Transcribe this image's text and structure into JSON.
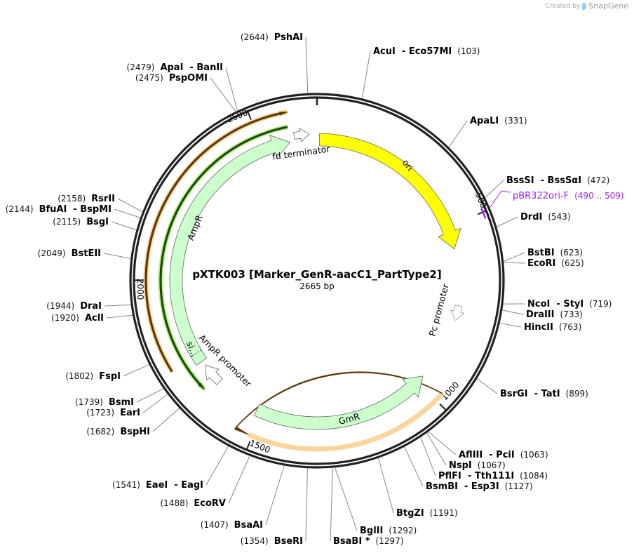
{
  "watermark": {
    "prefix": "Created by",
    "brand": "SnapGene"
  },
  "plasmid": {
    "name": "pXTK003 [Marker_GenR-aacC1_PartType2]",
    "length_label": "2665 bp",
    "length_bp": 2665
  },
  "ticks": [
    "500",
    "1000",
    "1500",
    "2000",
    "2500"
  ],
  "features": [
    {
      "name": "ori",
      "color": "#ffff00",
      "direction": "forward"
    },
    {
      "name": "fd terminator",
      "color": "#ffffff",
      "direction": "forward"
    },
    {
      "name": "AmpR",
      "color": "#ccffcc",
      "direction": "forward"
    },
    {
      "name": "si…",
      "color": "#ccffcc",
      "direction": "forward"
    },
    {
      "name": "AmpR promoter",
      "color": "#ffffff",
      "direction": "forward"
    },
    {
      "name": "Pc promoter",
      "color": "#ffffff",
      "direction": "forward"
    },
    {
      "name": "GmR",
      "color": "#ccffcc",
      "direction": "reverse"
    }
  ],
  "primer": {
    "name": "pBR322ori-F",
    "range": "(490 .. 509)",
    "color": "#a020f0"
  },
  "colors": {
    "backbone": "#222222",
    "orange_arc": "#f5b041",
    "green_arc": "#90ee60"
  },
  "enzymes": [
    {
      "name": "PshAI",
      "pos": "(2644)"
    },
    {
      "name": "AcuI  - Eco57MI",
      "pos": "(103)"
    },
    {
      "name": "ApaLI",
      "pos": "(331)"
    },
    {
      "name": "BssSI  - BssSαI",
      "pos": "(472)"
    },
    {
      "name": "DrdI",
      "pos": "(543)"
    },
    {
      "name": "BstBI",
      "pos": "(623)"
    },
    {
      "name": "EcoRI",
      "pos": "(625)"
    },
    {
      "name": "NcoI  - StyI",
      "pos": "(719)"
    },
    {
      "name": "DraIII",
      "pos": "(733)"
    },
    {
      "name": "HincII",
      "pos": "(763)"
    },
    {
      "name": "BsrGI  - TatI",
      "pos": "(899)"
    },
    {
      "name": "AflIII  - PciI",
      "pos": "(1063)"
    },
    {
      "name": "NspI",
      "pos": "(1067)"
    },
    {
      "name": "PflFI  - Tth111I",
      "pos": "(1084)"
    },
    {
      "name": "BsmBI  - Esp3I",
      "pos": "(1127)"
    },
    {
      "name": "BtgZI",
      "pos": "(1191)"
    },
    {
      "name": "BglII",
      "pos": "(1292)"
    },
    {
      "name": "BsaBI *",
      "pos": "(1297)"
    },
    {
      "name": "BseRI",
      "pos": "(1354)"
    },
    {
      "name": "BsaAI",
      "pos": "(1407)"
    },
    {
      "name": "EcoRV",
      "pos": "(1488)"
    },
    {
      "name": "EaeI  - EagI",
      "pos": "(1541)"
    },
    {
      "name": "BspHI",
      "pos": "(1682)"
    },
    {
      "name": "EarI",
      "pos": "(1723)"
    },
    {
      "name": "BsmI",
      "pos": "(1739)"
    },
    {
      "name": "FspI",
      "pos": "(1802)"
    },
    {
      "name": "AclI",
      "pos": "(1920)"
    },
    {
      "name": "DraI",
      "pos": "(1944)"
    },
    {
      "name": "BstEII",
      "pos": "(2049)"
    },
    {
      "name": "BsgI",
      "pos": "(2115)"
    },
    {
      "name": "BfuAI  - BspMI",
      "pos": "(2144)"
    },
    {
      "name": "RsrII",
      "pos": "(2158)"
    },
    {
      "name": "PspOMI",
      "pos": "(2475)"
    },
    {
      "name": "ApaI  - BanII",
      "pos": "(2479)"
    }
  ]
}
